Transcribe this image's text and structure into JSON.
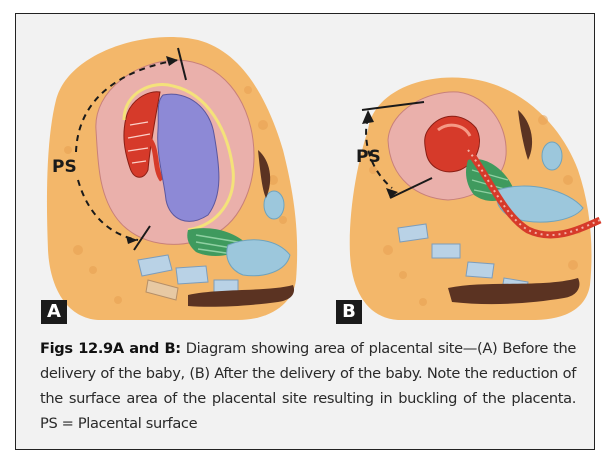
{
  "figure": {
    "panel_a_label": "A",
    "panel_b_label": "B",
    "ps_label_a": "PS",
    "ps_label_b": "PS",
    "caption_title": "Figs 12.9A and B:",
    "caption_text": " Diagram showing area of placental site—(A) Before the delivery of the baby, (B) After the delivery of the baby. Note the reduction of the surface area of the placental site resulting in buckling of the placenta. PS = Placental surface"
  },
  "colors": {
    "frame_border": "#222222",
    "frame_background": "#f2f2f2",
    "tissue_orange": "#f3b76a",
    "uterine_wall_pink": "#eab0ab",
    "placenta_red": "#d63a2a",
    "fetus_blue_violet": "#8d89d6",
    "cervix_green": "#3f9a5e",
    "vagina_blue": "#9cc7dc",
    "spine_light_blue": "#b9d2e6",
    "rectum_brown": "#5b3322"
  }
}
